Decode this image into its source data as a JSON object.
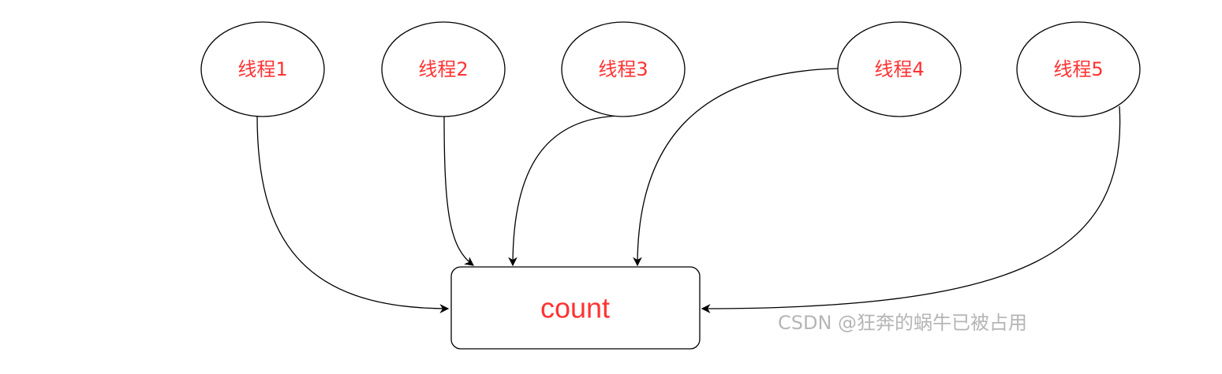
{
  "threads": [
    {
      "id": "t1",
      "label": "线程1"
    },
    {
      "id": "t2",
      "label": "线程2"
    },
    {
      "id": "t3",
      "label": "线程3"
    },
    {
      "id": "t4",
      "label": "线程4"
    },
    {
      "id": "t5",
      "label": "线程5"
    }
  ],
  "target": {
    "label": "count"
  },
  "edges": [
    {
      "from": "t1",
      "to": "count"
    },
    {
      "from": "t2",
      "to": "count"
    },
    {
      "from": "t3",
      "to": "count"
    },
    {
      "from": "t4",
      "to": "count"
    },
    {
      "from": "t5",
      "to": "count"
    }
  ],
  "watermark": "CSDN @狂奔的蜗牛已被占用",
  "colors": {
    "label": "#ff3333",
    "stroke": "#000000",
    "watermark": "#b5b5b5"
  }
}
